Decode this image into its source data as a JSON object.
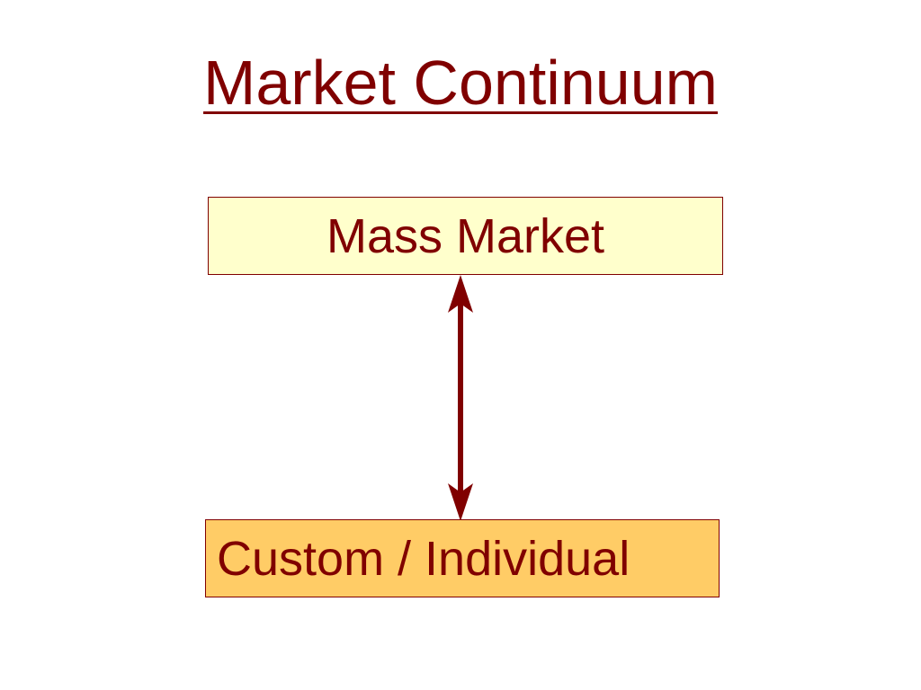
{
  "slide": {
    "title": "Market Continuum",
    "top_box_label": "Mass Market",
    "bottom_box_label": "Custom / Individual"
  },
  "colors": {
    "text": "#800000",
    "arrow": "#800000",
    "top_box_fill": "#ffffcc",
    "bottom_box_fill": "#ffcc66",
    "background": "#ffffff"
  },
  "icons": {
    "connector": "double-headed-vertical-arrow"
  }
}
